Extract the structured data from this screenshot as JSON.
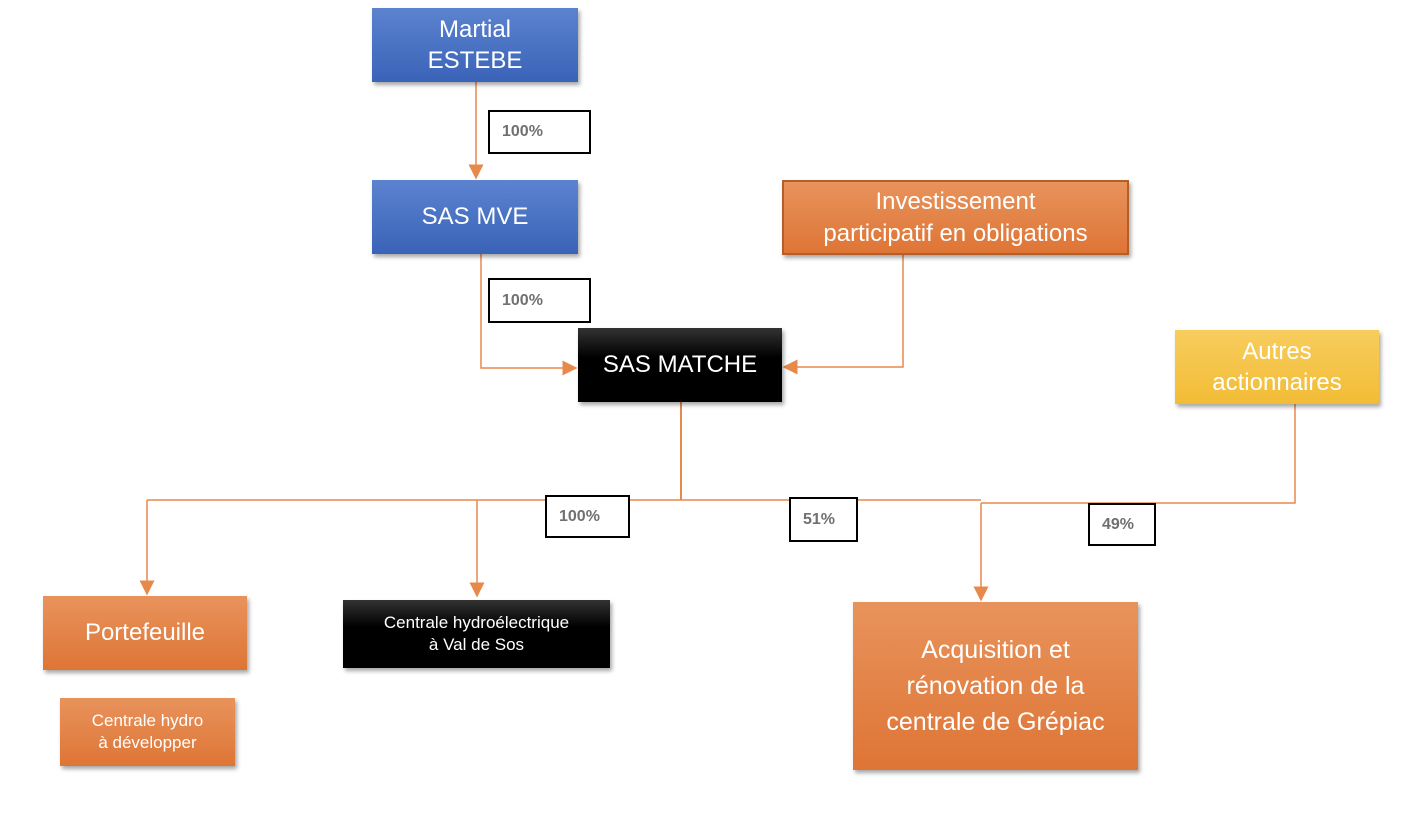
{
  "nodes": {
    "martial": "Martial\nESTEBE",
    "mve": "SAS MVE",
    "matche": "SAS MATCHE",
    "invest": "Investissement\nparticipatif en obligations",
    "autres": "Autres\nactionnaires",
    "portefeuille": "Portefeuille",
    "val_de_sos": "Centrale hydroélectrique\nà Val de Sos",
    "hydro_dev": "Centrale hydro\nà développer",
    "grepiac": "Acquisition et\nrénovation de la\ncentrale de Grépiac"
  },
  "labels": {
    "martial_mve": "100%",
    "mve_matche": "100%",
    "matche_sub": "100%",
    "matche_grepiac": "51%",
    "autres_grepiac": "49%"
  },
  "colors": {
    "line": "#e8894c",
    "blue": "#4472c4",
    "orange": "#e07b3f",
    "yellow": "#f5c242"
  }
}
